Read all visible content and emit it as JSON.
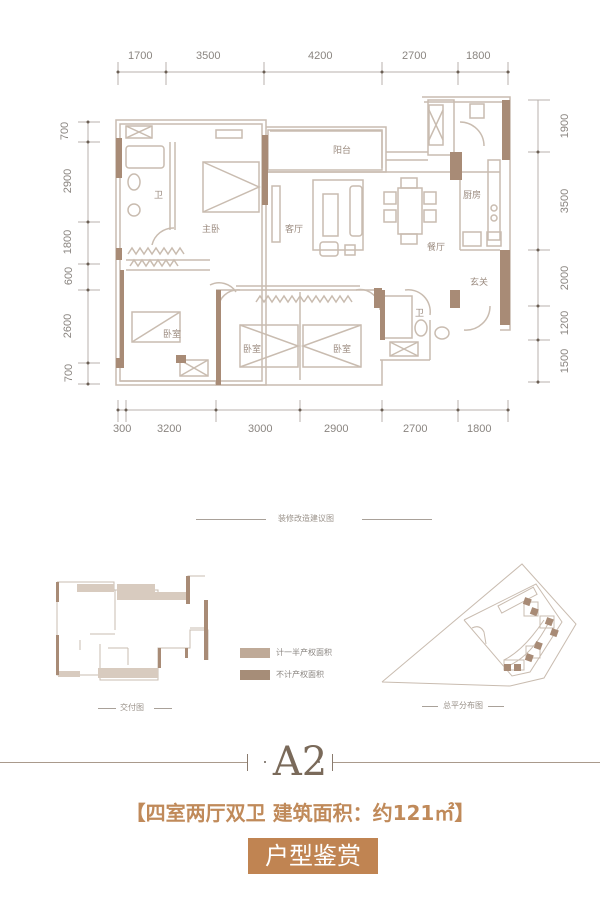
{
  "plan": {
    "top_dimensions": [
      "1700",
      "3500",
      "4200",
      "2700",
      "1800"
    ],
    "bottom_dimensions": [
      "300",
      "3200",
      "3000",
      "2900",
      "2700",
      "1800"
    ],
    "left_dimensions": [
      "700",
      "2900",
      "1800",
      "600",
      "2600",
      "700"
    ],
    "right_dimensions": [
      "1900",
      "3500",
      "2000",
      "1200",
      "1500"
    ],
    "rooms": {
      "balcony": "阳台",
      "bath_1": "卫",
      "master_bedroom": "主卧",
      "living_room": "客厅",
      "kitchen": "厨房",
      "dining_room": "餐厅",
      "entrance": "玄关",
      "bath_2": "卫",
      "bedroom_1": "卧室",
      "bedroom_2": "卧室",
      "bedroom_3": "卧室"
    },
    "caption": "装修改造建议图"
  },
  "delivery_plan": {
    "caption": "交付图"
  },
  "legend": {
    "items": [
      {
        "label": "计一半产权面积",
        "color": "#bfaa98"
      },
      {
        "label": "不计产权面积",
        "color": "#a68d78"
      }
    ]
  },
  "site_plan": {
    "caption": "总平分布图"
  },
  "unit": {
    "code": "A2",
    "description": "【四室两厅双卫 建筑面积：约121㎡】",
    "badge": "户型鉴赏"
  },
  "colors": {
    "line": "#c9bcb0",
    "wall_fill": "#a88b76",
    "accent": "#c08452",
    "title": "#7a6a5a",
    "info_text": "#c08a5a"
  }
}
